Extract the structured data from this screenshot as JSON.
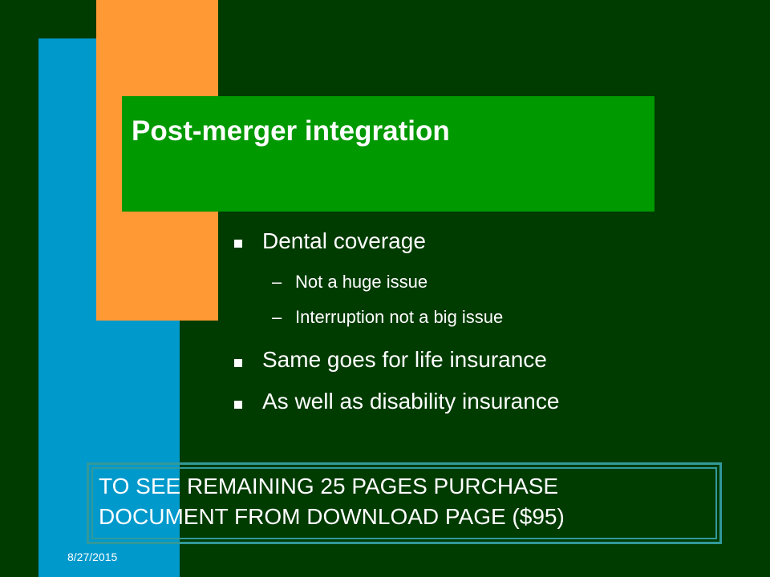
{
  "slide": {
    "title": "Post-merger integration",
    "bullets": [
      {
        "level": 1,
        "text": "Dental coverage"
      },
      {
        "level": 2,
        "text": "Not a huge issue"
      },
      {
        "level": 2,
        "text": "Interruption not a big issue"
      },
      {
        "level": 1,
        "text": "Same goes for life insurance"
      },
      {
        "level": 1,
        "text": "As well as disability insurance"
      }
    ],
    "sub_bullet_marker": "–",
    "notice": {
      "line1": "TO  SEE REMAINING 25 PAGES PURCHASE",
      "line2": "DOCUMENT FROM DOWNLOAD PAGE ($95)"
    },
    "date": "8/27/2015"
  },
  "colors": {
    "background": "#003b00",
    "title_box": "#009900",
    "accent_blue": "#0099cc",
    "accent_orange": "#ff9933",
    "text": "#ffffff",
    "notice_border": "#339999"
  },
  "icons": {
    "level1_bullet": "square-bullet-icon",
    "level2_bullet": "dash-bullet-icon"
  }
}
